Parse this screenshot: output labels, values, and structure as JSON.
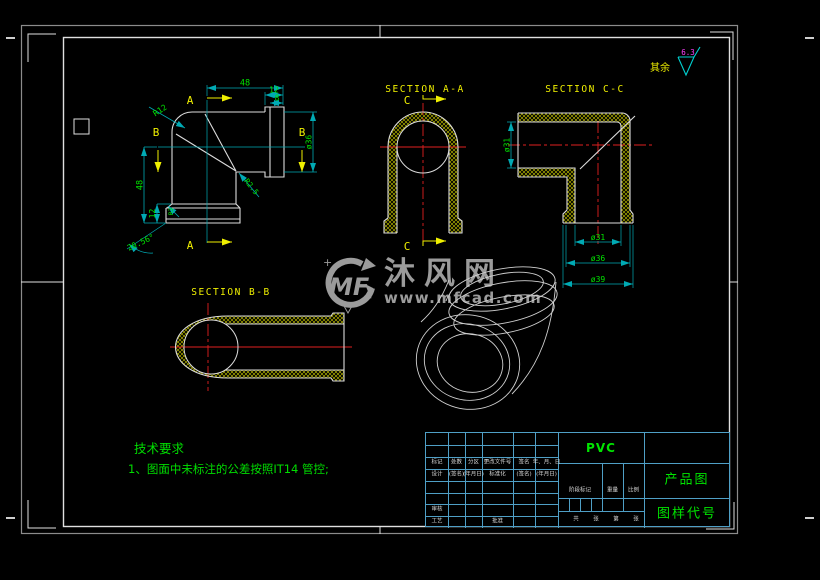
{
  "sheet": {
    "description": "PVC elbow pipe fitting engineering drawing",
    "colors": {
      "background": "#000000",
      "frame_outer": "#8c8c8c",
      "frame_inner": "#e0e0e0",
      "outline": "#dcdcdc",
      "dimension_line": "#00aab4",
      "dimension_text": "#00e400",
      "section_label": "#f0f000",
      "centerline": "#e02020",
      "hatch": "#c8c800",
      "table_line": "#4f9fc6",
      "table_text": "#d9d9d9",
      "green_text": "#00e400",
      "roughness_value_color": "#ff40ff",
      "watermark": "#9b9b9b"
    }
  },
  "surface_note": {
    "prefix": "其余",
    "value": "6.3"
  },
  "watermark": {
    "logo": "MF",
    "brand": "沐风网",
    "url": "www.mfcad.com"
  },
  "tech_requirements": {
    "title": "技术要求",
    "line1": "1、图面中未标注的公差按照IT14 管控;"
  },
  "views": {
    "front": {
      "label_a": "A",
      "label_b": "B",
      "dims": {
        "top48": "48",
        "top12": "12",
        "top8": "8",
        "r12": "R12",
        "dia36": "ø36",
        "left48": "48",
        "left12": "12",
        "r3": "R3",
        "angle": "20.56°",
        "r25": "R2.5"
      }
    },
    "section_aa": {
      "title": "SECTION A-A",
      "label_c": "C"
    },
    "section_cc": {
      "title": "SECTION C-C",
      "dims": {
        "side31": "ø31",
        "bottom31": "ø31",
        "bottom36": "ø36",
        "bottom39": "ø39"
      }
    },
    "section_bb": {
      "title": "SECTION B-B"
    }
  },
  "title_block": {
    "material": "PVC",
    "product": "产品图",
    "code": "图样代号",
    "header_row": [
      "标记",
      "处数",
      "分区",
      "更改文件号",
      "签名",
      "年、月、日"
    ],
    "sign_row": [
      "设计",
      "(签名)",
      "(年月日)",
      "标准化",
      "(签名)",
      "(年月日)"
    ],
    "audit": "审核",
    "process": "工艺",
    "approve": "批准",
    "stage_mark": "阶段标记",
    "weight": "重量",
    "scale": "比例",
    "sheet_info": [
      "共",
      "张",
      "第",
      "张"
    ]
  }
}
